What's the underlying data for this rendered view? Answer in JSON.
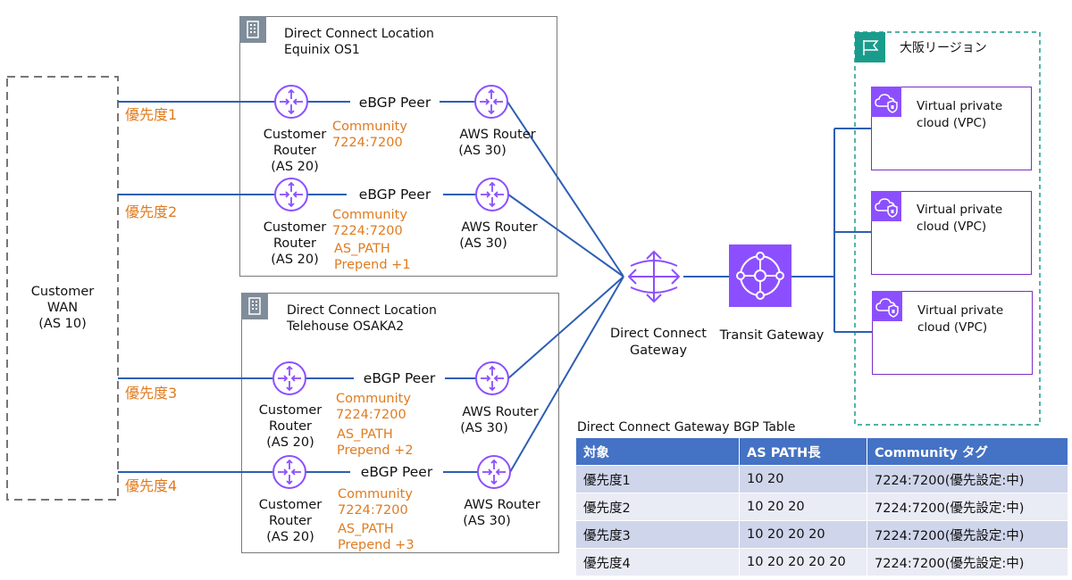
{
  "customer_wan": {
    "line1": "Customer",
    "line2": "WAN",
    "line3": "(AS 10)"
  },
  "locations": [
    {
      "title": "Direct Connect Location",
      "name": "Equinix OS1"
    },
    {
      "title": "Direct Connect Location",
      "name": "Telehouse OSAKA2"
    }
  ],
  "priorities": [
    "優先度1",
    "優先度2",
    "優先度3",
    "優先度4"
  ],
  "peer_label": "eBGP Peer",
  "customer_router": {
    "line1": "Customer",
    "line2": "Router",
    "line3": "(AS 20)"
  },
  "aws_router": {
    "line1": "AWS Router",
    "line2": "(AS 30)"
  },
  "community": {
    "line1": "Community",
    "line2": "7224:7200"
  },
  "prepends": [
    {
      "line1": "",
      "line2": ""
    },
    {
      "line1": "AS_PATH",
      "line2": "Prepend +1"
    },
    {
      "line1": "AS_PATH",
      "line2": "Prepend +2"
    },
    {
      "line1": "AS_PATH",
      "line2": "Prepend +3"
    }
  ],
  "dcgw": {
    "line1": "Direct Connect",
    "line2": "Gateway"
  },
  "tgw": {
    "label": "Transit Gateway"
  },
  "region": {
    "label": "大阪リージョン"
  },
  "vpc": {
    "line1": "Virtual private",
    "line2": "cloud (VPC)"
  },
  "table": {
    "title": "Direct Connect Gateway BGP Table",
    "headers": [
      "対象",
      "AS PATH長",
      "Community タグ"
    ],
    "rows": [
      [
        "優先度1",
        "10 20",
        "7224:7200(優先設定:中)"
      ],
      [
        "優先度2",
        "10 20 20",
        "7224:7200(優先設定:中)"
      ],
      [
        "優先度3",
        "10 20 20 20",
        "7224:7200(優先設定:中)"
      ],
      [
        "優先度4",
        "10 20 20 20 20",
        "7224:7200(優先設定:中)"
      ]
    ]
  },
  "colors": {
    "line": "#2d5fb3",
    "router": "#8c4fff",
    "accent": "#e07b1f",
    "region_border": "#1a9c8c",
    "table_header": "#4472c4"
  }
}
